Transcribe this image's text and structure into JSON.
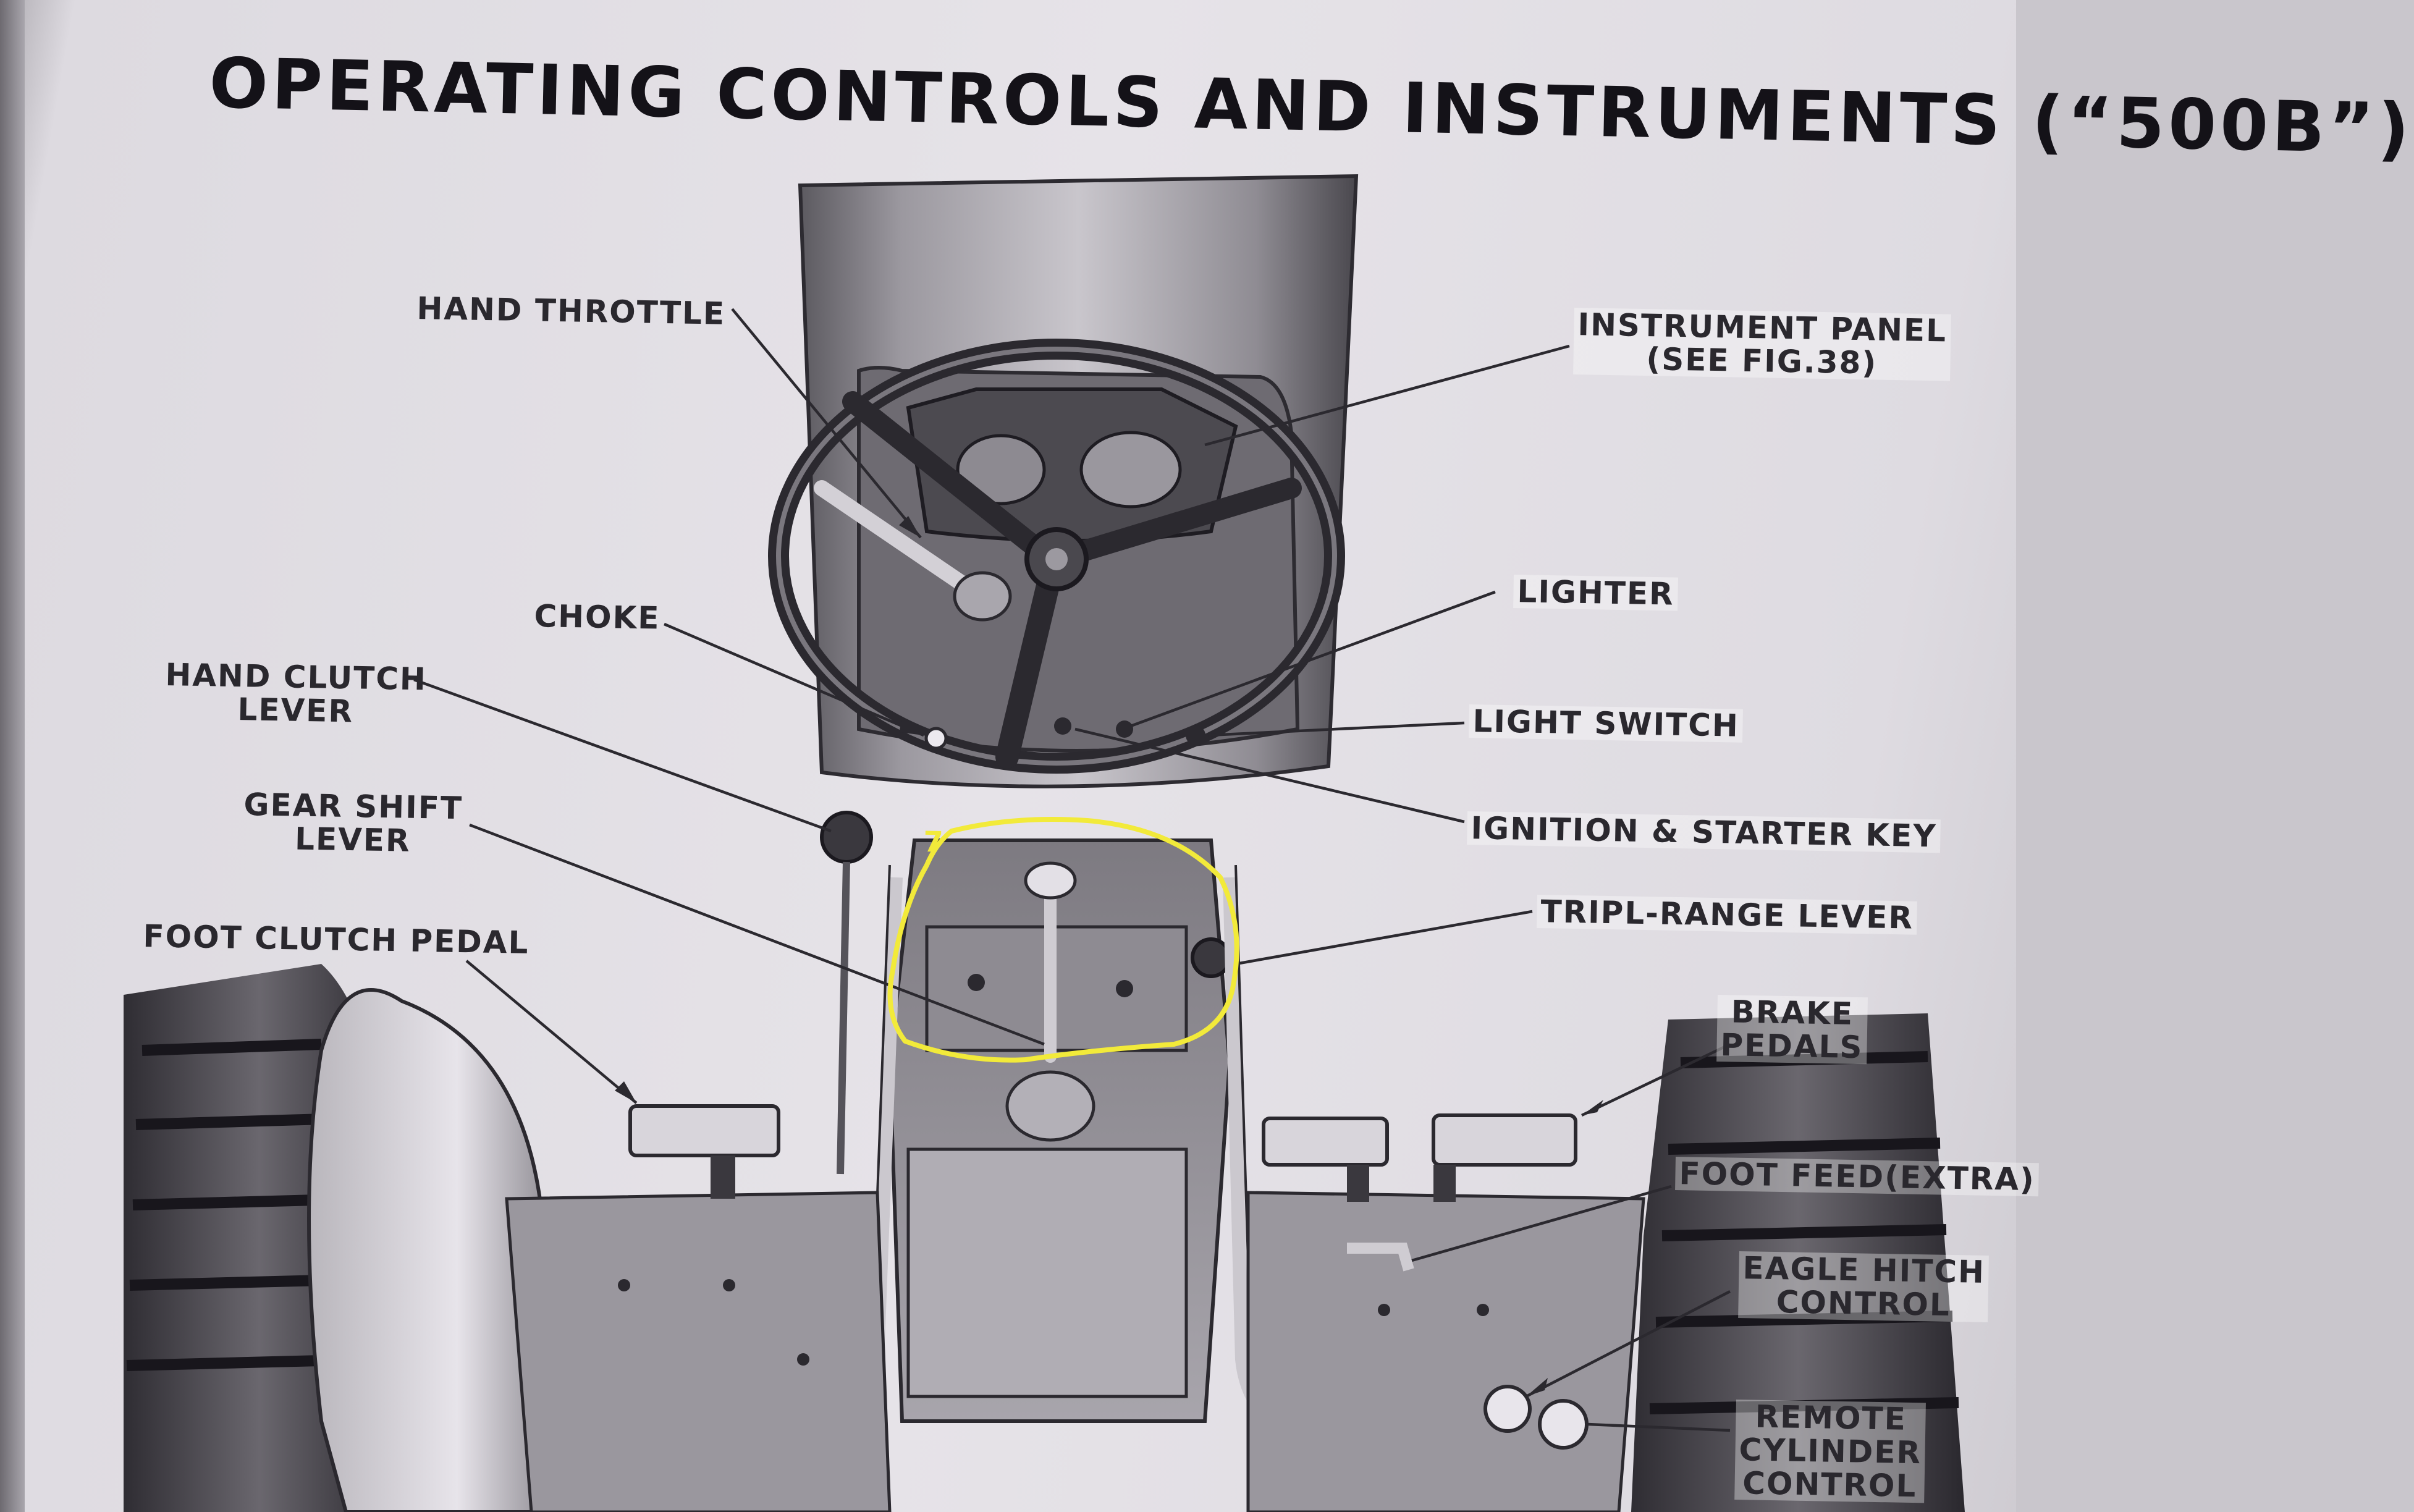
{
  "title": "OPERATING CONTROLS AND INSTRUMENTS (“500B”)",
  "labels": {
    "hand_throttle": "HAND THROTTLE",
    "instrument_panel": [
      "INSTRUMENT PANEL",
      "(SEE FIG.38)"
    ],
    "choke": "CHOKE",
    "lighter": "LIGHTER",
    "hand_clutch_lever": [
      "HAND CLUTCH",
      "LEVER"
    ],
    "light_switch": "LIGHT SWITCH",
    "gear_shift_lever": [
      "GEAR SHIFT",
      "LEVER"
    ],
    "ignition_starter_key": "IGNITION & STARTER KEY",
    "tripl_range_lever": "TRIPL-RANGE LEVER",
    "foot_clutch_pedal": "FOOT CLUTCH PEDAL",
    "brake_pedals": [
      "BRAKE",
      "PEDALS"
    ],
    "foot_feed": "FOOT FEED(EXTRA)",
    "eagle_hitch_control": [
      "EAGLE HITCH",
      "CONTROL"
    ],
    "remote_cylinder_control": [
      "REMOTE",
      "CYLINDER",
      "CONTROL"
    ]
  },
  "annotation": {
    "mark": "7",
    "color": "#f2ea3a"
  },
  "colors": {
    "ink": "#2a282e",
    "paper": "#e4e1e6",
    "metal_dark": "#3a383e",
    "metal_mid": "#8a878e"
  }
}
